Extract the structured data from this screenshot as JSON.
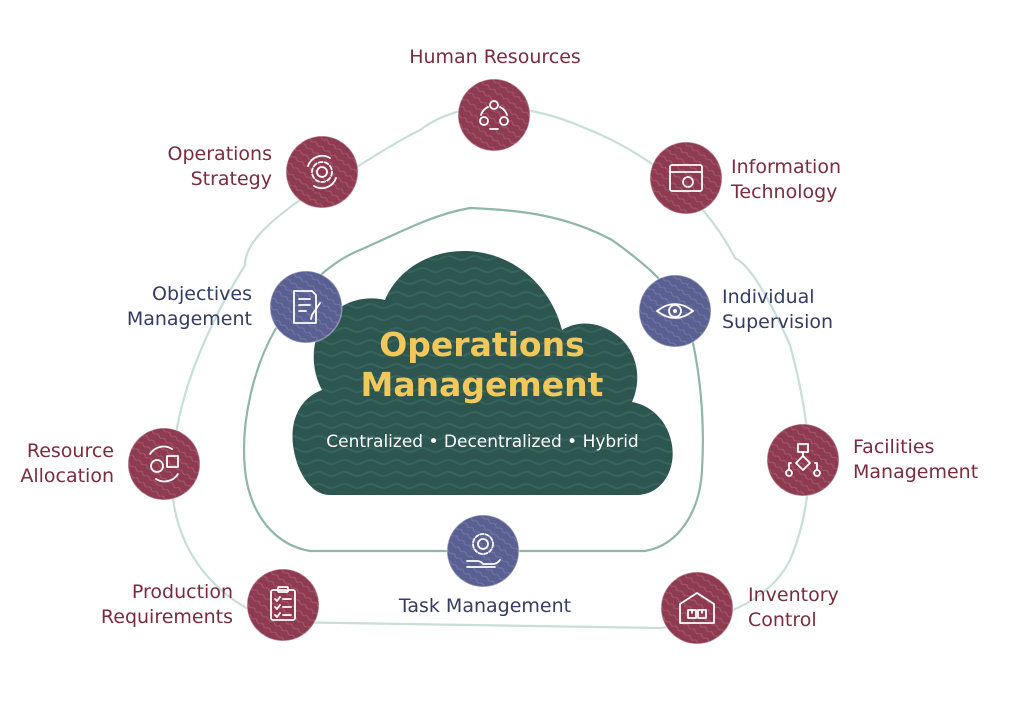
{
  "center": {
    "title": "Operations\nManagement",
    "subtitle": "Centralized • Decentralized • Hybrid"
  },
  "colors": {
    "maroon": "#8e3b52",
    "navy": "#5a6192",
    "cloud": "#2d5650",
    "title": "#f3c85a",
    "ring": "#c8ded8"
  },
  "nodes": {
    "human_resources": {
      "label": "Human Resources",
      "icon": "team-cycle-icon"
    },
    "operations_strategy": {
      "label": "Operations\nStrategy",
      "icon": "gear-cycle-icon"
    },
    "information_technology": {
      "label": "Information\nTechnology",
      "icon": "browser-gear-icon"
    },
    "objectives_management": {
      "label": "Objectives\nManagement",
      "icon": "document-pen-icon"
    },
    "individual_supervision": {
      "label": "Individual\nSupervision",
      "icon": "eye-icon"
    },
    "resource_allocation": {
      "label": "Resource\nAllocation",
      "icon": "dollar-box-cycle-icon"
    },
    "facilities_management": {
      "label": "Facilities\nManagement",
      "icon": "flowchart-icon"
    },
    "task_management": {
      "label": "Task Management",
      "icon": "hand-gear-icon"
    },
    "production_requirements": {
      "label": "Production\nRequirements",
      "icon": "checklist-icon"
    },
    "inventory_control": {
      "label": "Inventory\nControl",
      "icon": "warehouse-icon"
    }
  }
}
